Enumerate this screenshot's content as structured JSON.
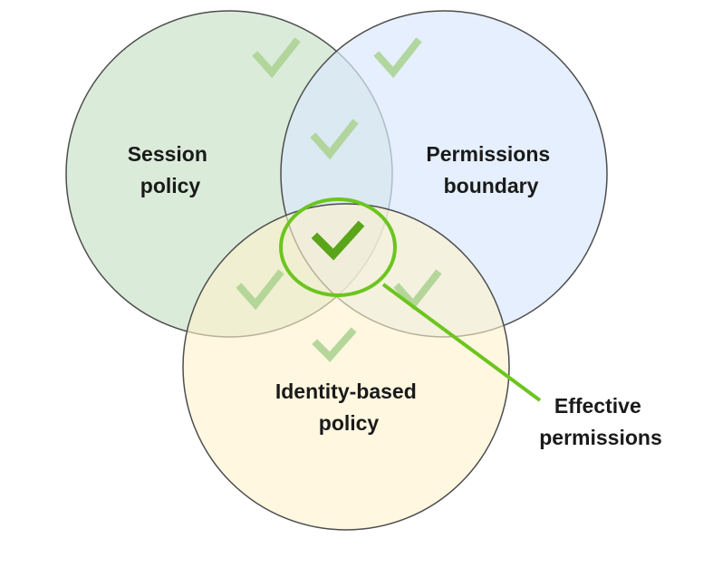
{
  "diagram": {
    "session_policy": {
      "line1": "Session",
      "line2": "policy",
      "fill": "#d5e8d4"
    },
    "permissions_boundary": {
      "line1": "Permissions",
      "line2": "boundary",
      "fill": "#dae8fc"
    },
    "identity_policy": {
      "line1": "Identity-based",
      "line2": "policy",
      "fill": "#fff2cc"
    },
    "effective": {
      "line1": "Effective",
      "line2": "permissions",
      "highlight_color": "#6cc51f"
    },
    "check_color": "#a9d18e",
    "check_strong_color": "#5aa519",
    "outline_color": "#4d4d4d",
    "text_color": "#1a1a1a"
  }
}
